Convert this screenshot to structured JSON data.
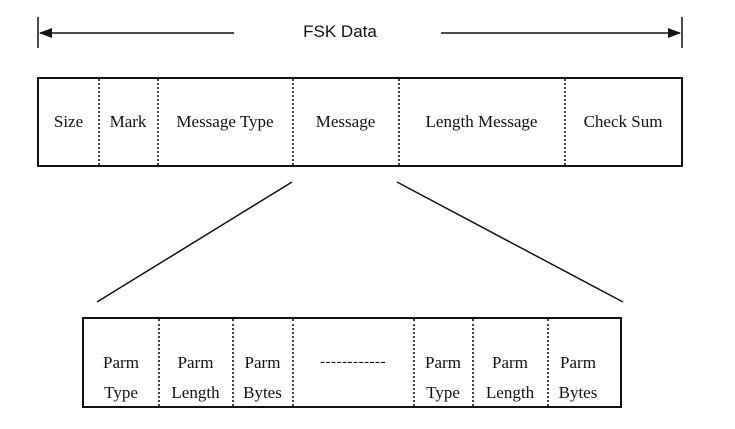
{
  "title": "FSK Data",
  "fields": [
    "Size",
    "Mark",
    "Message Type",
    "Message",
    "Length Message",
    "Check Sum"
  ],
  "parms": [
    {
      "line1": "Parm",
      "line2": "Type"
    },
    {
      "line1": "Parm",
      "line2": "Length"
    },
    {
      "line1": "Parm",
      "line2": "Bytes"
    },
    {
      "ellipsis": "------------"
    },
    {
      "line1": "Parm",
      "line2": "Type"
    },
    {
      "line1": "Parm",
      "line2": "Length"
    },
    {
      "line1": "Parm",
      "line2": "Bytes"
    }
  ]
}
